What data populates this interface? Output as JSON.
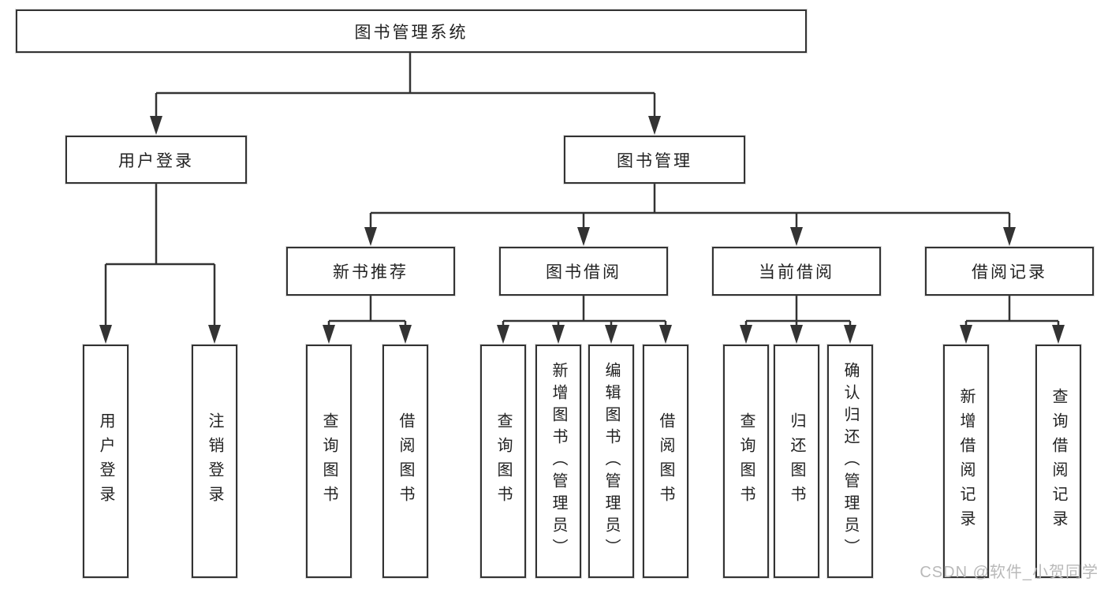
{
  "root": {
    "label": "图书管理系统"
  },
  "level2": {
    "user_login": {
      "label": "用户登录"
    },
    "book_management": {
      "label": "图书管理"
    }
  },
  "level3": {
    "new_book": {
      "label": "新书推荐"
    },
    "borrow": {
      "label": "图书借阅"
    },
    "current": {
      "label": "当前借阅"
    },
    "records": {
      "label": "借阅记录"
    }
  },
  "leaves": {
    "user_login": [
      {
        "label": "用户登录"
      },
      {
        "label": "注销登录"
      }
    ],
    "new_book": [
      {
        "label": "查询图书"
      },
      {
        "label": "借阅图书"
      }
    ],
    "borrow": [
      {
        "label": "查询图书"
      },
      {
        "label": "新增图书（管理员）"
      },
      {
        "label": "编辑图书（管理员）"
      },
      {
        "label": "借阅图书"
      }
    ],
    "current": [
      {
        "label": "查询图书"
      },
      {
        "label": "归还图书"
      },
      {
        "label": "确认归还（管理员）"
      }
    ],
    "records": [
      {
        "label": "新增借阅记录"
      },
      {
        "label": "查询借阅记录"
      }
    ]
  },
  "watermark": {
    "text": "CSDN @软件_小贺同学"
  },
  "colors": {
    "line": "#333333",
    "text": "#222222",
    "background": "#ffffff",
    "watermark": "#b9b9b9"
  }
}
